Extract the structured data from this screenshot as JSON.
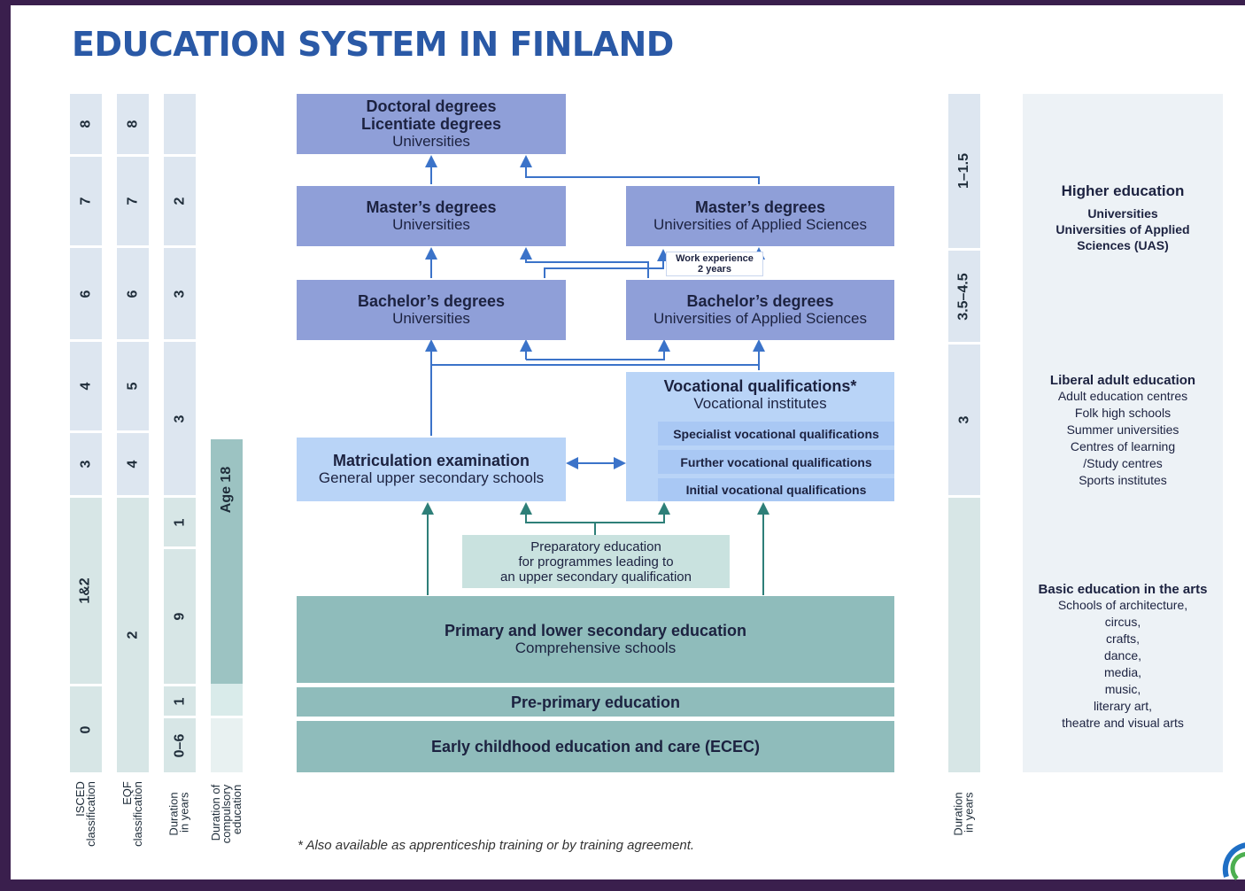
{
  "title": "EDUCATION SYSTEM IN FINLAND",
  "columns": {
    "isced": {
      "label": "ISCED\nclassification",
      "segments": [
        "8",
        "7",
        "6",
        "4",
        "3",
        "1&2",
        "0"
      ]
    },
    "eqf": {
      "label": "EQF\nclassification",
      "segments": [
        "8",
        "7",
        "6",
        "5",
        "4",
        "2"
      ]
    },
    "duration": {
      "label": "Duration\nin years",
      "segments": [
        "2",
        "3",
        "3",
        "1",
        "9",
        "1",
        "0–6"
      ]
    },
    "compulsory": {
      "label": "Duration of\ncompulsory\neducation",
      "age": "Age 18"
    },
    "right_duration": {
      "label": "Duration\nin years",
      "segments": [
        "1–1.5",
        "3.5–4.5",
        "3"
      ]
    }
  },
  "boxes": {
    "doctoral": {
      "line1": "Doctoral degrees",
      "line2": "Licentiate degrees",
      "line3": "Universities"
    },
    "masters_uni": {
      "line1": "Master’s degrees",
      "line2": "Universities"
    },
    "masters_uas": {
      "line1": "Master’s degrees",
      "line2": "Universities of Applied Sciences"
    },
    "work_experience": {
      "line1": "Work experience",
      "line2": "2 years"
    },
    "bachelors_uni": {
      "line1": "Bachelor’s degrees",
      "line2": "Universities"
    },
    "bachelors_uas": {
      "line1": "Bachelor’s degrees",
      "line2": "Universities of Applied Sciences"
    },
    "vocational": {
      "line1": "Vocational qualifications*",
      "line2": "Vocational institutes"
    },
    "specialist": "Specialist vocational qualifications",
    "further": "Further vocational qualifications",
    "initial": "Initial vocational qualifications",
    "matriculation": {
      "line1": "Matriculation examination",
      "line2": "General upper secondary schools"
    },
    "preparatory": {
      "line1": "Preparatory education",
      "line2": "for programmes leading to",
      "line3": "an upper secondary qualification"
    },
    "primary": {
      "line1": "Primary and lower secondary education",
      "line2": "Comprehensive schools"
    },
    "preprimary": "Pre-primary education",
    "ecec": "Early childhood education and care (ECEC)"
  },
  "right_panel": {
    "higher": {
      "title": "Higher education",
      "lines": [
        "Universities",
        "Universities of Applied",
        "Sciences (UAS)"
      ]
    },
    "liberal": {
      "title": "Liberal adult education",
      "lines": [
        "Adult education centres",
        "Folk high schools",
        "Summer universities",
        "Centres of learning",
        "/Study centres",
        "Sports institutes"
      ]
    },
    "arts": {
      "title": "Basic education in the arts",
      "lines": [
        "Schools of architecture,",
        "circus,",
        "crafts,",
        "dance,",
        "media,",
        "music,",
        "literary art,",
        "theatre and visual arts"
      ]
    }
  },
  "footnote": "* Also available as apprenticeship training or by training agreement.",
  "colors": {
    "title": "#2a59a6",
    "higher_ed_box": "#8f9fd8",
    "vocational_box": "#b9d4f7",
    "basic_box": "#8fbcbb",
    "arrow_blue": "#3b73c9",
    "arrow_teal": "#2e7f78"
  }
}
